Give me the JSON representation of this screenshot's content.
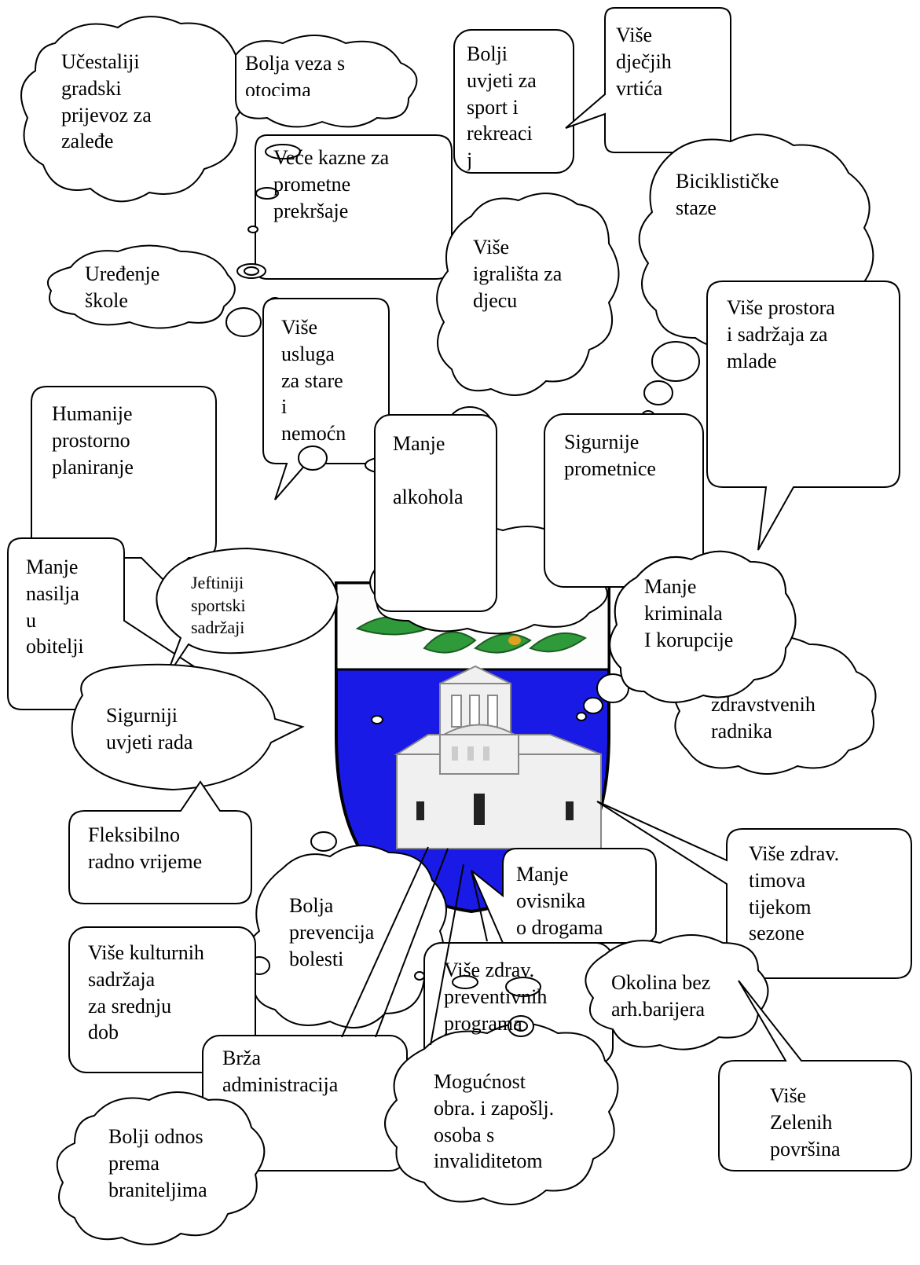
{
  "colors": {
    "shield_blue": "#1a1ae6",
    "shield_top": "#ffffff",
    "leaf_green": "#2e9a3a",
    "outline": "#000000",
    "church_white": "#f0f0f0"
  },
  "emblem": {
    "name": "coat-of-arms",
    "description_icon": "church-icon"
  },
  "bubbles": [
    {
      "key": "ucestaliji",
      "shape": "cloud",
      "text": "Učestaliji\ngradski\nprijevoz za\nzaleđe"
    },
    {
      "key": "bolja_veza",
      "shape": "cloud",
      "text": "Bolja veza s\notocima"
    },
    {
      "key": "bolji_uvjeti_sport",
      "shape": "rect",
      "text": "Bolji\nuvjeti za\nsport i\nrekreaci\nj"
    },
    {
      "key": "vise_djecjih_vrtica",
      "shape": "rect",
      "text": "Više\ndječjih\nvrtića"
    },
    {
      "key": "vece_kazne",
      "shape": "rect",
      "text": "Veće kazne za\nprometne\nprekršaje"
    },
    {
      "key": "biciklisticke_staze",
      "shape": "cloud",
      "text": "Biciklističke\nstaze"
    },
    {
      "key": "uredjenje_skole",
      "shape": "cloud",
      "text": "Uređenje\nškole"
    },
    {
      "key": "vise_igralista",
      "shape": "cloud",
      "text": "Više\nigrališta za\ndjecu"
    },
    {
      "key": "vise_prostora_mlade",
      "shape": "rect",
      "text": "Više prostora\ni sadržaja za\nmlade"
    },
    {
      "key": "vise_usluga_stare",
      "shape": "rect",
      "text": "Više\nusluga\nza stare\ni\nnemoćn"
    },
    {
      "key": "humanije_planiranje",
      "shape": "rect",
      "text": "Humanije\nprostorno\nplaniranje"
    },
    {
      "key": "manje_alkohola",
      "shape": "rect",
      "text": "Manje\n\nalkohola"
    },
    {
      "key": "sigurnije_prometnice",
      "shape": "rect",
      "text": "Sigurnije\nprometnice"
    },
    {
      "key": "manje_nasilja",
      "shape": "rect",
      "text": "Manje\nnasilja\nu\nobitelji"
    },
    {
      "key": "jeftiniji_sportski",
      "shape": "oval",
      "text": "Jeftiniji\nsportski\nsadržaji"
    },
    {
      "key": "manje_kriminala",
      "shape": "cloud",
      "text": "Manje\nkriminala\nI korupcije"
    },
    {
      "key": "zdravstvenih_radnika",
      "shape": "cloud",
      "text": "zdravstvenih\nradnika"
    },
    {
      "key": "sigurniji_uvjeti_rada",
      "shape": "oval",
      "text": "Sigurniji\nuvjeti rada"
    },
    {
      "key": "fleksibilno",
      "shape": "rect",
      "text": "Fleksibilno\nradno vrijeme"
    },
    {
      "key": "manje_ovisnika",
      "shape": "rect",
      "text": "Manje\novisnika\no drogama"
    },
    {
      "key": "vise_zdrav_timova",
      "shape": "rect",
      "text": "Više zdrav.\ntimova\ntijekom\n        sezone"
    },
    {
      "key": "bolja_prevencija",
      "shape": "cloud",
      "text": "Bolja\nprevencija\nbolesti"
    },
    {
      "key": "vise_kulturnih",
      "shape": "rect",
      "text": "Više kulturnih\nsadržaja\nza srednju\ndob"
    },
    {
      "key": "vise_zdrav_preventivnih",
      "shape": "rect",
      "text": "Više zdrav.\npreventivnih\nprograma"
    },
    {
      "key": "okolina_bez_barijera",
      "shape": "cloud",
      "text": "Okolina bez\narh.barijera"
    },
    {
      "key": "brza_administracija",
      "shape": "rect",
      "text": "Brža\n      administracija"
    },
    {
      "key": "mogucnost_obrazovanja",
      "shape": "cloud",
      "text": "Mogućnost\nobra. i zapošlj.\nosoba s\ninvaliditetom"
    },
    {
      "key": "vise_zelenih",
      "shape": "rect",
      "text": "Više\nZelenih\npovršina"
    },
    {
      "key": "bolji_odnos_branitelji",
      "shape": "cloud",
      "text": "Bolji odnos\nprema\nbraniteljima"
    }
  ]
}
